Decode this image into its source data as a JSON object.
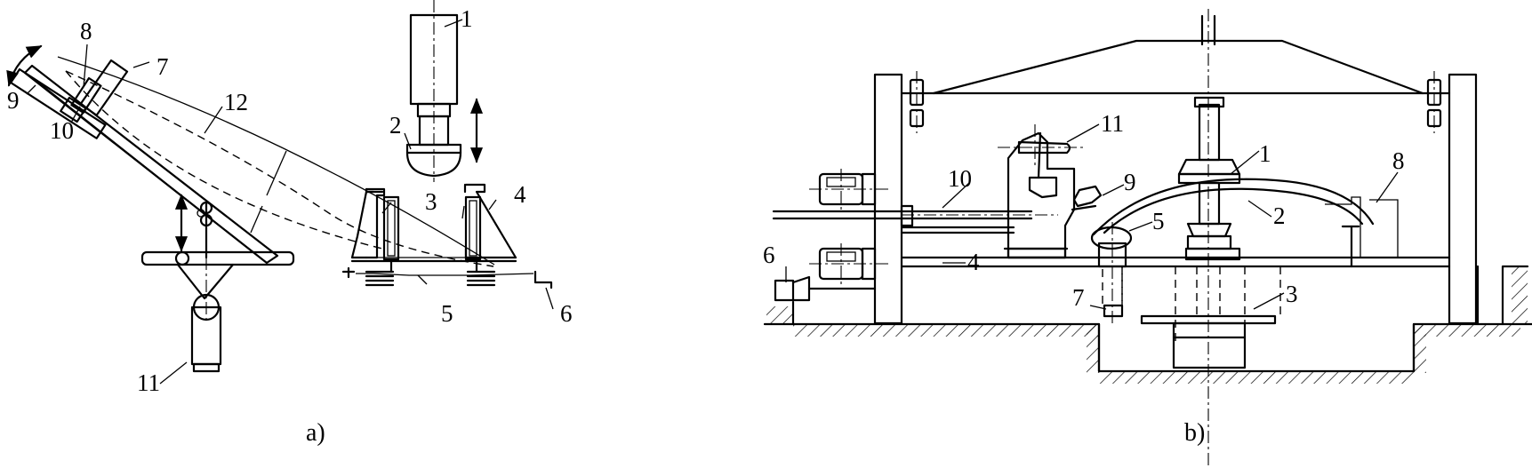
{
  "figure": {
    "panels": [
      {
        "caption": "a)",
        "labels": [
          "1",
          "2",
          "3",
          "4",
          "5",
          "6",
          "7",
          "8",
          "9",
          "10",
          "11",
          "12"
        ]
      },
      {
        "caption": "b)",
        "labels": [
          "1",
          "2",
          "3",
          "4",
          "5",
          "6",
          "7",
          "8",
          "9",
          "10",
          "11"
        ]
      }
    ]
  }
}
